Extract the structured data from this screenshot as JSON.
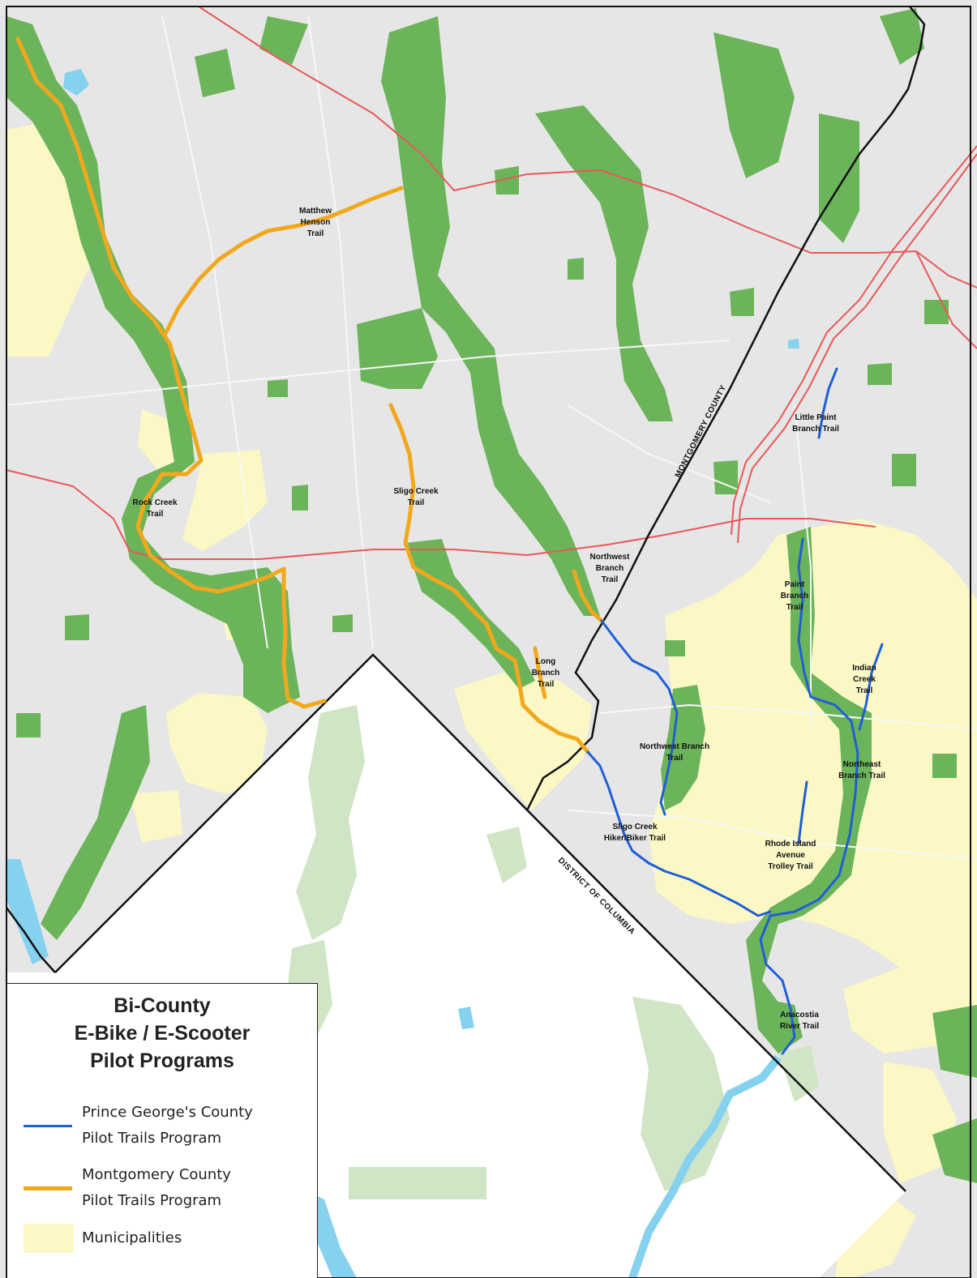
{
  "colors": {
    "land": "#e6e6e6",
    "dc_land": "#ffffff",
    "parkland": "#6cb45a",
    "dc_parkland": "#cfe5c6",
    "municipality": "#fbf8c6",
    "water": "#86d2ee",
    "highway": "#e8585a",
    "boundary": "#111111",
    "pg_trail": "#1f5fd6",
    "mc_trail": "#f2a81d",
    "minor_road": "#f7f7f7"
  },
  "boundaries": {
    "montgomery": "MONTGOMERY COUNTY",
    "dc": "DISTRICT OF COLUMBIA"
  },
  "trail_labels": {
    "matthew_henson": [
      "Matthew",
      "Henson",
      "Trail"
    ],
    "rock_creek": [
      "Rock Creek",
      "Trail"
    ],
    "sligo_creek_mc": [
      "Sligo Creek",
      "Trail"
    ],
    "northwest_branch_mc": [
      "Northwest",
      "Branch",
      "Trail"
    ],
    "long_branch": [
      "Long",
      "Branch",
      "Trail"
    ],
    "little_paint_branch": [
      "Little Paint",
      "Branch Trail"
    ],
    "paint_branch": [
      "Paint",
      "Branch",
      "Trail"
    ],
    "indian_creek": [
      "Indian",
      "Creek",
      "Trail"
    ],
    "northwest_branch_pg": [
      "Northwest Branch",
      "Trail"
    ],
    "northeast_branch": [
      "Northeast",
      "Branch Trail"
    ],
    "sligo_creek_pg": [
      "Sligo Creek",
      "Hiker/Biker Trail"
    ],
    "rhode_island_avenue": [
      "Rhode Island",
      "Avenue",
      "Trolley Trail"
    ],
    "anacostia_river": [
      "Anacostia",
      "River Trail"
    ]
  },
  "legend": {
    "title": [
      "Bi-County",
      "E-Bike / E-Scooter",
      "Pilot Programs"
    ],
    "items": [
      {
        "lines": [
          "Prince George's County",
          "Pilot Trails Program"
        ],
        "symbol": "line",
        "color": "#1f5fd6"
      },
      {
        "lines": [
          "Montgomery County",
          "Pilot Trails Program"
        ],
        "symbol": "line",
        "color": "#f2a81d"
      },
      {
        "lines": [
          "Municipalities"
        ],
        "symbol": "box",
        "color": "#fbf8c6"
      }
    ]
  }
}
